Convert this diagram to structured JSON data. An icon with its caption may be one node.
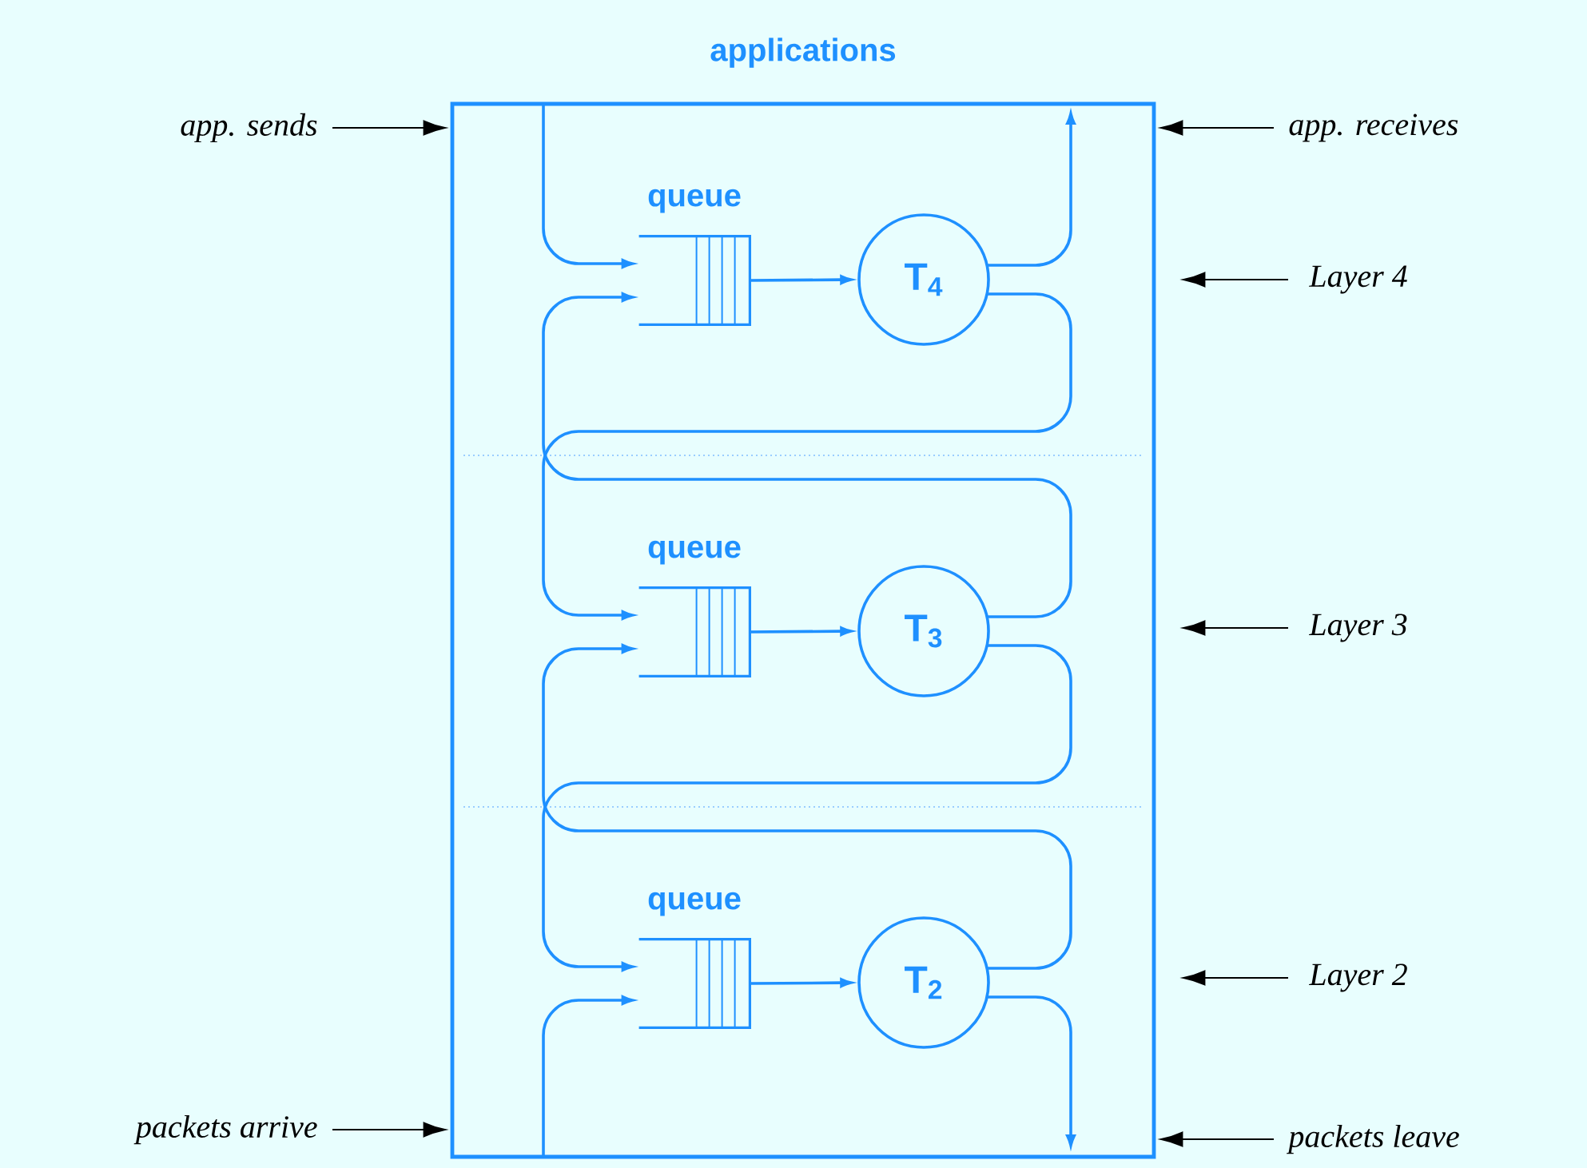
{
  "diagram": {
    "nodes": [
      {
        "text": [
          "applications"
        ]
      },
      {
        "text": [
          "queue"
        ],
        "in": 0
      },
      {
        "text": [
          "T$_{4}$"
        ],
        "in": 0
      },
      {
        "text": [
          "queue"
        ],
        "in": 0
      },
      {
        "text": [
          "T$_{3}$"
        ],
        "in": 0
      },
      {
        "text": [
          "queue"
        ],
        "in": 0
      },
      {
        "text": [
          "T$_{2}$"
        ],
        "in": 0
      },
      {
        "text": [
          "app. sends"
        ]
      },
      {
        "text": [
          "app. receives"
        ]
      },
      {
        "text": [
          "Layer 4"
        ]
      },
      {
        "text": [
          "Layer 3"
        ]
      },
      {
        "text": [
          "Layer 2"
        ]
      },
      {
        "text": [
          "packets arrive"
        ]
      },
      {
        "text": [
          "packets leave"
        ]
      }
    ],
    "edges": [
      {
        "from": null,
        "to": 1,
        "arrow": "to",
        "color": "#1e90ff"
      },
      {
        "from": 1,
        "to": 2,
        "arrow": "to",
        "color": "#1e90ff"
      },
      {
        "from": 2,
        "to": null,
        "arrow": "to",
        "color": "#1e90ff"
      },
      {
        "from": 2,
        "to": 3,
        "arrow": "to",
        "color": "#1e90ff"
      },
      {
        "from": 4,
        "to": 1,
        "arrow": "to",
        "color": "#1e90ff"
      },
      {
        "from": 3,
        "to": 4,
        "arrow": "to",
        "color": "#1e90ff"
      },
      {
        "from": 4,
        "to": 5,
        "arrow": "to",
        "color": "#1e90ff"
      },
      {
        "from": 6,
        "to": 3,
        "arrow": "to",
        "color": "#1e90ff"
      },
      {
        "from": 5,
        "to": 6,
        "arrow": "to",
        "color": "#1e90ff"
      },
      {
        "from": null,
        "to": 5,
        "arrow": "to",
        "color": "#1e90ff"
      },
      {
        "from": 6,
        "to": null,
        "arrow": "to",
        "color": "#1e90ff"
      },
      {
        "from": 7,
        "to": 0,
        "arrow": "to",
        "color": "#000000"
      },
      {
        "from": 8,
        "to": 0,
        "arrow": "to",
        "color": "#000000"
      },
      {
        "from": 9,
        "to": 0,
        "arrow": "to",
        "color": "#000000"
      },
      {
        "from": 10,
        "to": 0,
        "arrow": "to",
        "color": "#000000"
      },
      {
        "from": 11,
        "to": 0,
        "arrow": "to",
        "color": "#000000"
      },
      {
        "from": 12,
        "to": 0,
        "arrow": "to",
        "color": "#000000"
      },
      {
        "from": 13,
        "to": 0,
        "arrow": "to",
        "color": "#000000"
      }
    ]
  }
}
